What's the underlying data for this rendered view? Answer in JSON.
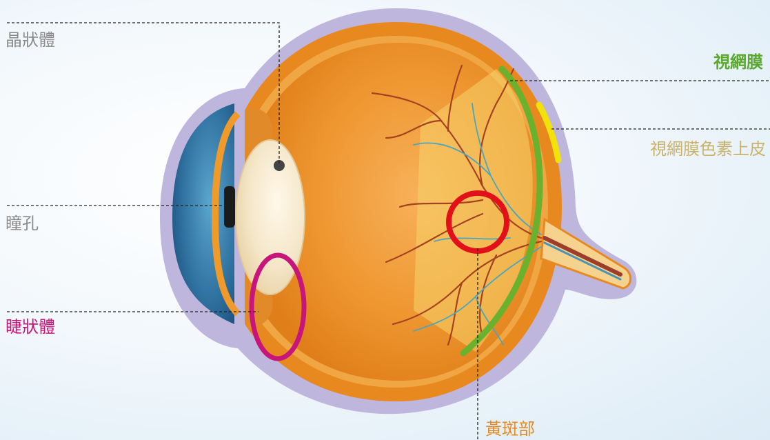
{
  "labels": {
    "lens": "晶狀體",
    "pupil": "瞳孔",
    "ciliary_body": "睫狀體",
    "retina": "視網膜",
    "rpe": "視網膜色素上皮",
    "macula": "黃斑部"
  },
  "colors": {
    "lens": "#8a8a8a",
    "pupil": "#8a8a8a",
    "ciliary_body": "#c8157c",
    "retina": "#5aa82e",
    "rpe": "#c9b26a",
    "macula": "#e58a23",
    "highlight_macula": "#e3101a",
    "highlight_ciliary": "#c8157c",
    "retina_band": "#6ab12e",
    "rpe_band": "#f3e10b"
  }
}
